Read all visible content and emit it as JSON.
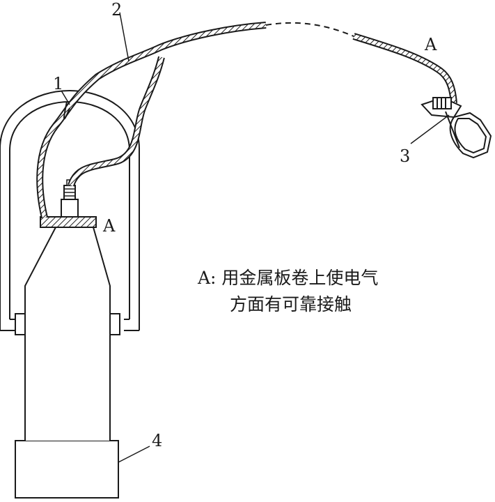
{
  "labels": {
    "part1": "1",
    "part2": "2",
    "part3": "3",
    "part4": "4",
    "point_a_bottle": "A",
    "point_a_clamp": "A"
  },
  "note": {
    "line1": "A: 用金属板卷上使电气",
    "line2": "方面有可靠接触"
  }
}
